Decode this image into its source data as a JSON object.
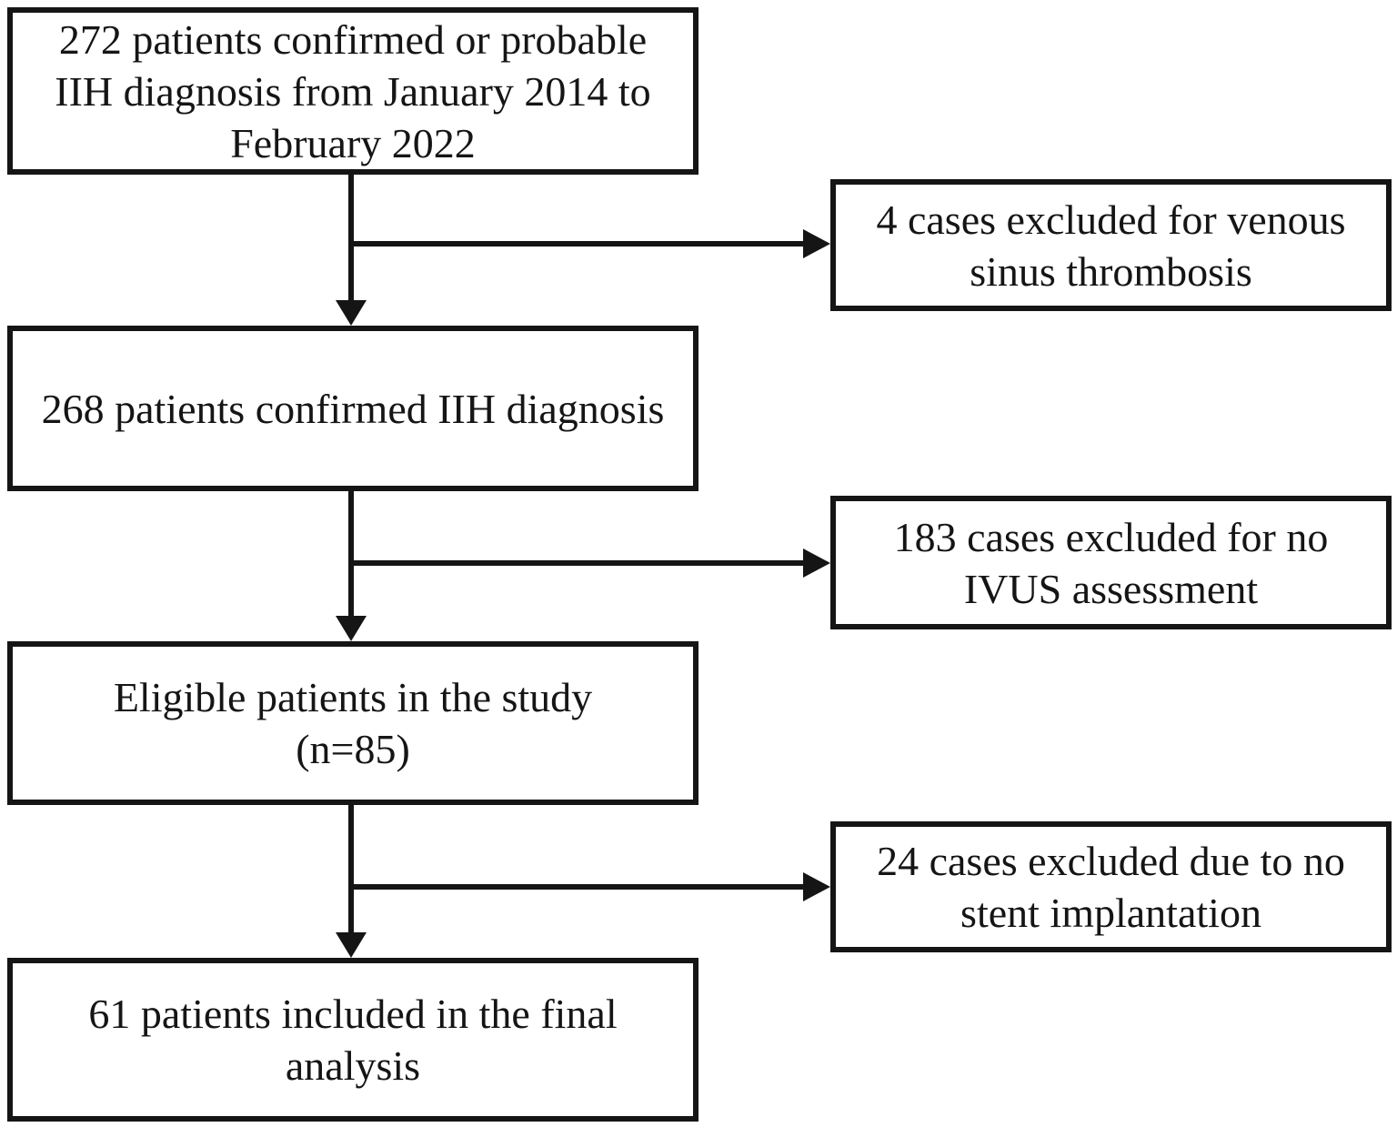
{
  "figure": {
    "type": "patient-flow-diagram",
    "background_color": "#ffffff",
    "line_color": "#151515",
    "text_color": "#151515"
  },
  "flowchart": {
    "main_boxes": [
      {
        "id": "enrolled",
        "lines": [
          "272 patients confirmed or probable",
          "IIH diagnosis from January 2014 to",
          "February 2022"
        ]
      },
      {
        "id": "confirmed",
        "lines": [
          "268 patients confirmed IIH diagnosis"
        ]
      },
      {
        "id": "eligible",
        "lines": [
          "Eligible patients in the study",
          "(n=85)"
        ]
      },
      {
        "id": "final",
        "lines": [
          "61 patients included in the final",
          "analysis"
        ]
      }
    ],
    "exclusion_boxes": [
      {
        "id": "excluded-thrombosis",
        "lines": [
          "4 cases excluded for venous",
          "sinus thrombosis"
        ]
      },
      {
        "id": "excluded-no-ivus",
        "lines": [
          "183 cases excluded for no",
          "IVUS assessment"
        ]
      },
      {
        "id": "excluded-no-stent",
        "lines": [
          "24 cases excluded due to no",
          "stent implantation"
        ]
      }
    ],
    "edges": [
      {
        "from": "enrolled",
        "to": "confirmed",
        "direction": "down"
      },
      {
        "from": "enrolled",
        "to": "excluded-thrombosis",
        "direction": "right"
      },
      {
        "from": "confirmed",
        "to": "eligible",
        "direction": "down"
      },
      {
        "from": "confirmed",
        "to": "excluded-no-ivus",
        "direction": "right"
      },
      {
        "from": "eligible",
        "to": "final",
        "direction": "down"
      },
      {
        "from": "eligible",
        "to": "excluded-no-stent",
        "direction": "right"
      }
    ]
  }
}
